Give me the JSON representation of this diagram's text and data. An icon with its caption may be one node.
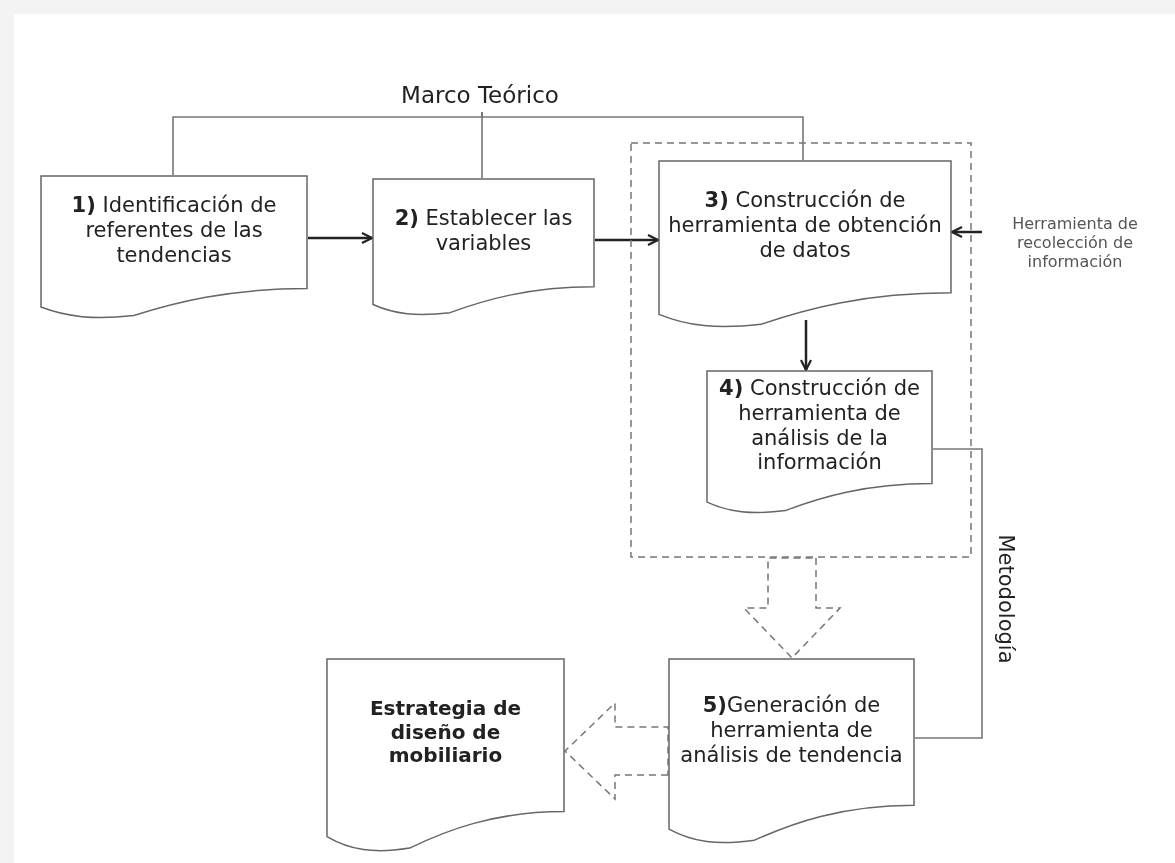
{
  "diagram": {
    "nodes": [
      {
        "text": [
          "Marco Teórico"
        ]
      },
      {
        "text": [
          "**1)** Identificación de referentes de las tendencias"
        ]
      },
      {
        "text": [
          "**2)** Establecer las variables"
        ]
      },
      {
        "text": [],
        "shape": "box"
      },
      {
        "text": [
          "**3)** Construcción de herramienta de obtención de datos"
        ],
        "in": 3
      },
      {
        "text": [
          "**4)** Construcción de herramienta de análisis de la información"
        ],
        "in": 3
      },
      {
        "text": [
          "Herramienta de recolección de información"
        ]
      },
      {
        "text": [
          "**5)**Generación de herramienta de análisis de tendencia"
        ]
      },
      {
        "text": [
          "Estrategia de diseño de mobiliario"
        ]
      }
    ],
    "edges": [
      {
        "from": 0,
        "to": 1,
        "arrow": "none",
        "color": "#777777"
      },
      {
        "from": 0,
        "to": 2,
        "arrow": "none",
        "color": "#777777"
      },
      {
        "from": 0,
        "to": 4,
        "arrow": "none",
        "color": "#777777"
      },
      {
        "from": 1,
        "to": 2,
        "arrow": "to"
      },
      {
        "from": 2,
        "to": 4,
        "arrow": "to"
      },
      {
        "from": 6,
        "to": 4,
        "arrow": "to"
      },
      {
        "from": 4,
        "to": 5,
        "arrow": "to"
      },
      {
        "from": 5,
        "to": 7,
        "arrow": "none",
        "label": "Metodología",
        "color": "#777777"
      },
      {
        "from": 3,
        "to": 7,
        "arrow": "to",
        "style": "dashed",
        "color": "#777777"
      },
      {
        "from": 7,
        "to": 8,
        "arrow": "to",
        "style": "dashed",
        "color": "#777777"
      }
    ]
  }
}
